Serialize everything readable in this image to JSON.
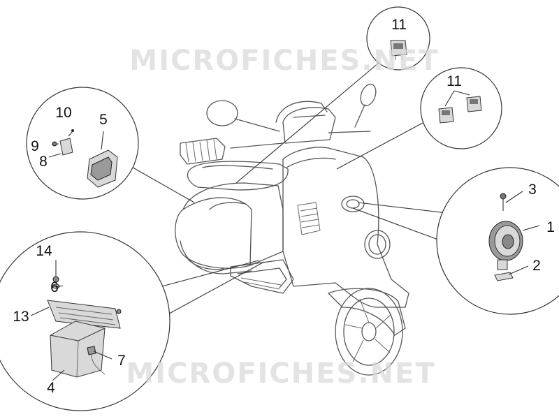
{
  "watermark": "MICROFICHES.NET",
  "callouts": {
    "c1": "1",
    "c2": "2",
    "c3": "3",
    "c4": "4",
    "c5": "5",
    "c6": "6",
    "c7": "7",
    "c8": "8",
    "c9": "9",
    "c10": "10",
    "c11a": "11",
    "c11b": "11",
    "c13": "13",
    "c14": "14"
  }
}
